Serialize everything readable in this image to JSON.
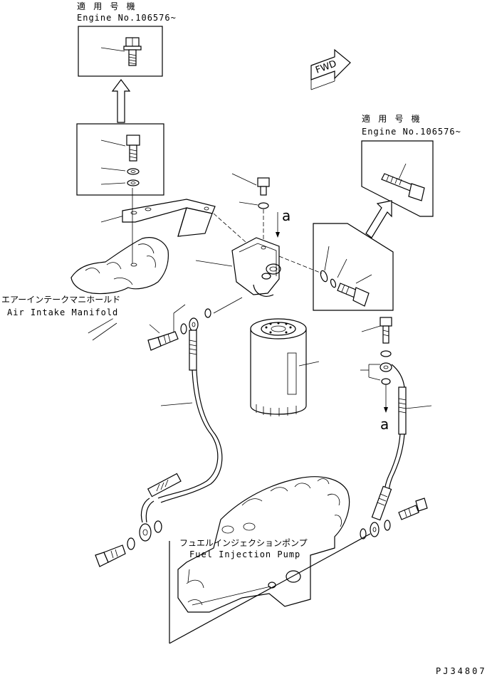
{
  "labels": {
    "applicable_jp_1": "適 用 号 機",
    "engine_no_1": "Engine No.106576~",
    "applicable_jp_2": "適 用 号 機",
    "engine_no_2": "Engine No.106576~",
    "air_intake_jp": "エアーインテークマニホールド",
    "air_intake_en": "Air Intake Manifold",
    "fuel_pump_jp": "フュエルインジェクションポンプ",
    "fuel_pump_en": "Fuel Injection Pump",
    "fwd": "FWD",
    "ref_a_top": "a",
    "ref_a_bottom": "a",
    "drawing_no": "PJ34807"
  }
}
